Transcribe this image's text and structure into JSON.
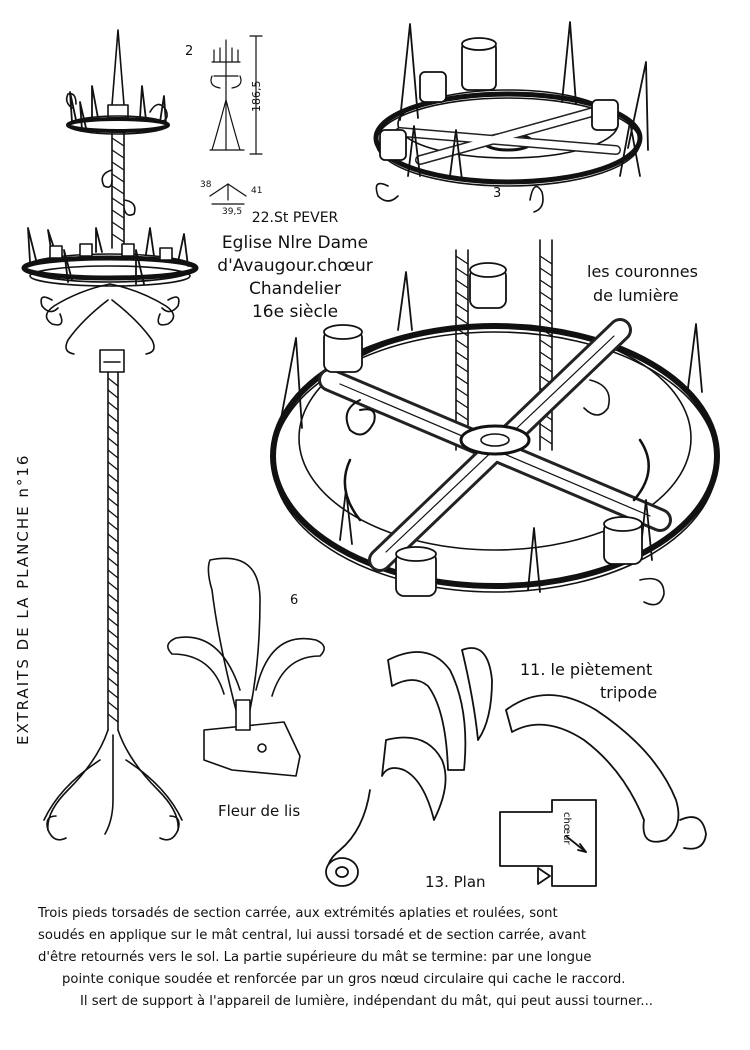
{
  "sheet": {
    "side_title": "EXTRAITS DE LA PLANCHE n°16",
    "figure_numbers": {
      "n2": "2",
      "n3": "3",
      "n6": "6"
    },
    "dimensions": {
      "height": "186,5",
      "left": "38",
      "right": "41",
      "base": "39,5"
    },
    "location": {
      "line1": "22.St PEVER",
      "line2": "Eglise Nlre Dame",
      "line3": "d'Avaugour.chœur",
      "line4": "Chandelier",
      "line5": "16e siècle"
    },
    "labels": {
      "couronnes_line1": "les couronnes",
      "couronnes_line2": "de lumière",
      "pietement_line1": "11. le piètement",
      "pietement_line2": "tripode",
      "fleur": "Fleur de lis",
      "plan": "13. Plan",
      "choeur": "chœur"
    },
    "caption": [
      "Trois pieds torsadés de section carrée, aux extrémités aplaties et roulées, sont",
      "soudés en applique sur le mât central, lui aussi torsadé et de section carrée, avant",
      "d'être retournés vers le sol. La partie supérieure du mât se termine: par une longue",
      "pointe conique soudée et renforcée par un gros nœud circulaire qui cache le raccord.",
      "Il sert de support à l'appareil de lumière, indépendant du mât, qui peut aussi tourner..."
    ]
  }
}
